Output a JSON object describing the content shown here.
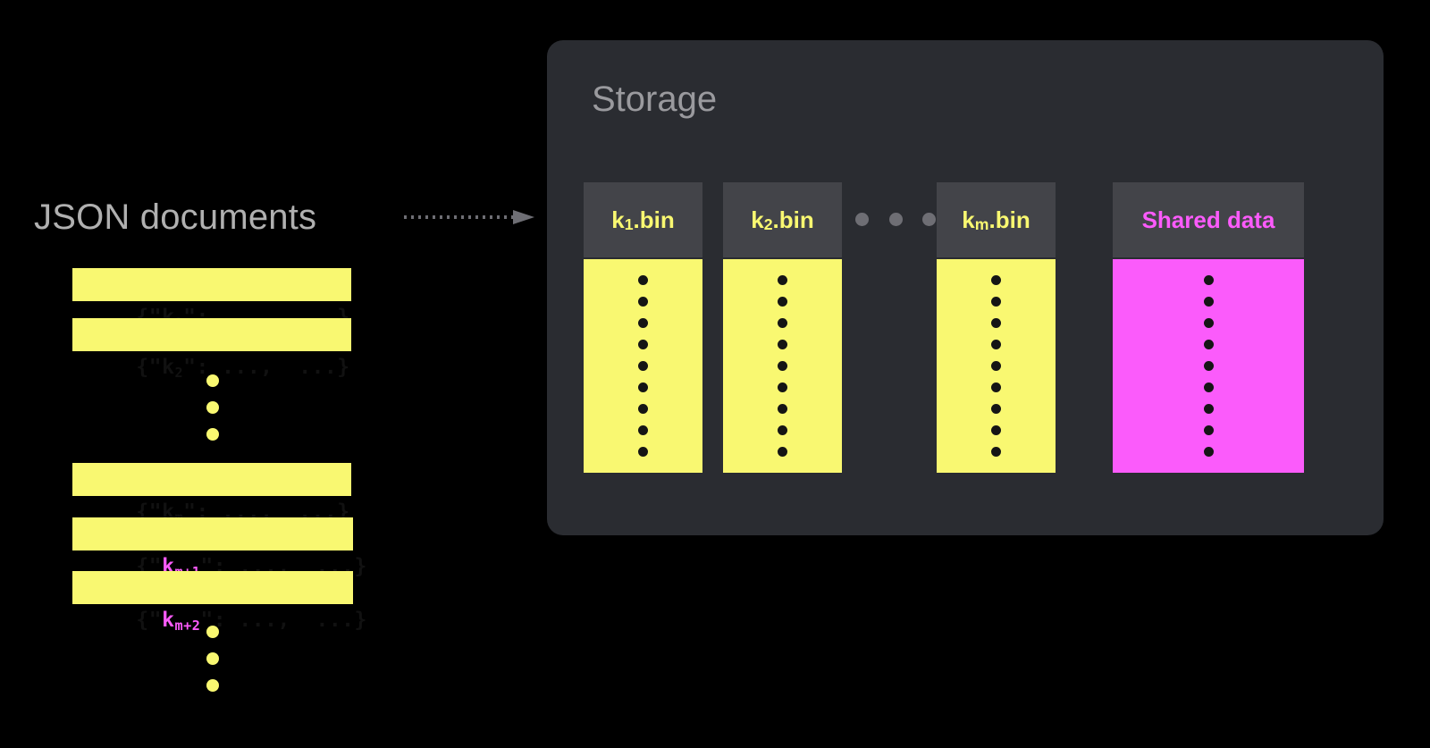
{
  "colors": {
    "background": "#000000",
    "panel": "#2a2c31",
    "bin_header": "#434449",
    "yellow": "#f9f871",
    "magenta": "#fb5bfb",
    "muted_text": "#b0b0b0",
    "dot_dark": "#151515",
    "arrow": "#6e6e74"
  },
  "documents": {
    "title": "JSON documents",
    "items": [
      {
        "prefix": "{\"",
        "key": "k",
        "sub": "1",
        "key_color": "black",
        "suffix": "\": ...,  ...}"
      },
      {
        "prefix": "{\"",
        "key": "k",
        "sub": "2",
        "key_color": "black",
        "suffix": "\": ...,  ...}"
      },
      {
        "prefix": "{\"",
        "key": "k",
        "sub": "m",
        "key_color": "black",
        "suffix": "\": ...,  ...}"
      },
      {
        "prefix": "{\"",
        "key": "k",
        "sub": "m+1",
        "key_color": "pink",
        "suffix": "\": ...,  ...}"
      },
      {
        "prefix": "{\"",
        "key": "k",
        "sub": "m+2",
        "key_color": "pink",
        "suffix": "\": ...,  ...}"
      }
    ],
    "ellipsis_dot_count": 3
  },
  "arrow": {
    "style": "dotted",
    "direction": "right"
  },
  "storage": {
    "title": "Storage",
    "bins": [
      {
        "label": "k",
        "sub": "1",
        "ext": ".bin",
        "shared": false,
        "dot_count": 9
      },
      {
        "label": "k",
        "sub": "2",
        "ext": ".bin",
        "shared": false,
        "dot_count": 9
      },
      {
        "label": "k",
        "sub": "m",
        "ext": ".bin",
        "shared": false,
        "dot_count": 9
      },
      {
        "label": "Shared data",
        "sub": "",
        "ext": "",
        "shared": true,
        "dot_count": 9
      }
    ],
    "bin_ellipsis_dot_count": 3
  }
}
